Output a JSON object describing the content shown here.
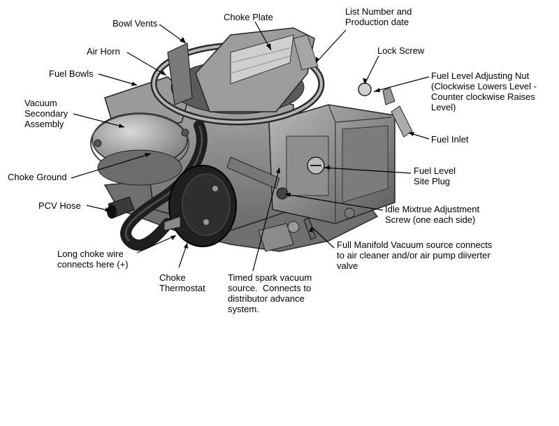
{
  "diagram": {
    "labels": {
      "bowl_vents": "Bowl Vents",
      "choke_plate": "Choke Plate",
      "list_number": "List Number and\nProduction date",
      "air_horn": "Air Horn",
      "lock_screw": "Lock Screw",
      "fuel_bowls": "Fuel Bowls",
      "fuel_level_nut": "Fuel Level Adjusting Nut\n(Clockwise Lowers Level -\nCounter clockwise Raises\nLevel)",
      "vacuum_secondary": "Vacuum\nSecondary\nAssembly",
      "fuel_inlet": "Fuel Inlet",
      "choke_ground": "Choke Ground",
      "fuel_level_plug": "Fuel Level\nSite Plug",
      "pcv_hose": "PCV Hose",
      "idle_mixture": "Idle Mixtrue Adjustment\nScrew (one each side)",
      "long_choke_wire": "Long choke wire\nconnects here (+)",
      "full_manifold": "Full Manifold Vacuum source connects\nto air cleaner and/or air pump diiverter\nvalve",
      "choke_thermostat": "Choke\nThermostat",
      "timed_spark": "Timed spark vacuum\nsource.  Connects to\ndistributor advance\nsystem."
    }
  }
}
